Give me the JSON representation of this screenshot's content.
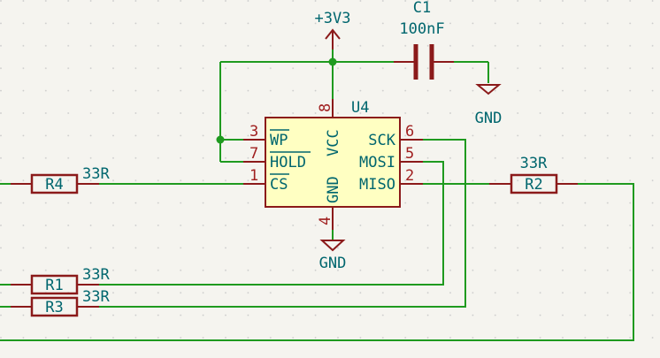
{
  "colors": {
    "background": "#f5f4ef",
    "wire": "#1f9a1f",
    "component": "#8b1a1a",
    "ic_body_fill": "#ffffc2",
    "text_ref": "#00666e",
    "text_pin": "#a02020",
    "junction": "#1f9a1f",
    "grid_dot": "#c9c9c9"
  },
  "power": {
    "vcc_label": "+3V3",
    "gnd_label_cap": "GND",
    "gnd_label_ic": "GND"
  },
  "capacitor": {
    "ref": "C1",
    "value": "100nF"
  },
  "ic": {
    "ref": "U4",
    "pins": {
      "wp": {
        "number": "3",
        "name": "WP"
      },
      "hold": {
        "number": "7",
        "name": "HOLD"
      },
      "cs": {
        "number": "1",
        "name": "CS"
      },
      "vcc": {
        "number": "8",
        "name": "VCC"
      },
      "gnd": {
        "number": "4",
        "name": "GND"
      },
      "sck": {
        "number": "6",
        "name": "SCK"
      },
      "mosi": {
        "number": "5",
        "name": "MOSI"
      },
      "miso": {
        "number": "2",
        "name": "MISO"
      }
    }
  },
  "resistors": {
    "r4": {
      "ref": "R4",
      "value": "33R"
    },
    "r2": {
      "ref": "R2",
      "value": "33R"
    },
    "r1": {
      "ref": "R1",
      "value": "33R"
    },
    "r3": {
      "ref": "R3",
      "value": "33R"
    }
  }
}
